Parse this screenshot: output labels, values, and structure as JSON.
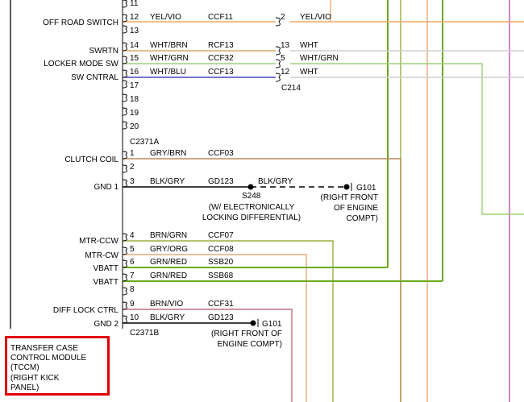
{
  "module": {
    "label": "TRANSFER CASE\nCONTROL MODULE\n(TCCM)\n(RIGHT KICK\nPANEL)",
    "connector_a": "C2371A",
    "connector_b": "C2371B",
    "inline_connector": "C214"
  },
  "pin_labels": {
    "off_road_switch": "OFF ROAD SWITCH",
    "swrtn": "SWRTN",
    "locker_mode_sw": "LOCKER MODE SW",
    "sw_cntral": "SW CNTRAL",
    "clutch_coil": "CLUTCH COIL",
    "gnd1": "GND 1",
    "mtr_ccw": "MTR-CCW",
    "mtr_cw": "MTR-CW",
    "vbatt_1": "VBATT",
    "vbatt_2": "VBATT",
    "diff_lock_ctrl": "DIFF LOCK CTRL",
    "gnd2": "GND 2"
  },
  "pin_numbers": {
    "p11": "11",
    "p12": "12",
    "p13": "13",
    "p14": "14",
    "p15": "15",
    "p16": "16",
    "p17": "17",
    "p18": "18",
    "p19": "19",
    "p20": "20",
    "b1": "1",
    "b2": "2",
    "b3": "3",
    "b4": "4",
    "b5": "5",
    "b6": "6",
    "b7": "7",
    "b8": "8",
    "b9": "9",
    "b10": "10"
  },
  "wires": {
    "w12": {
      "color": "YEL/VIO",
      "circuit": "CCF11"
    },
    "w14": {
      "color": "WHT/BRN",
      "circuit": "RCF13"
    },
    "w15": {
      "color": "WHT/GRN",
      "circuit": "CCF32"
    },
    "w16": {
      "color": "WHT/BLU",
      "circuit": "CCF13"
    },
    "wb1": {
      "color": "GRY/BRN",
      "circuit": "CCF03"
    },
    "wb3": {
      "color": "BLK/GRY",
      "circuit": "GD123"
    },
    "wb4": {
      "color": "BRN/GRN",
      "circuit": "CCF07"
    },
    "wb5": {
      "color": "GRY/ORG",
      "circuit": "CCF08"
    },
    "wb6": {
      "color": "GRN/RED",
      "circuit": "SSB20"
    },
    "wb7": {
      "color": "GRN/RED",
      "circuit": "SSB68"
    },
    "wb9": {
      "color": "BRN/VIO",
      "circuit": "CCF31"
    },
    "wb10": {
      "color": "BLK/GRY",
      "circuit": "GD123"
    }
  },
  "c214_pins": {
    "pin2": {
      "num": "2",
      "color": "YEL/VIO"
    },
    "pin13": {
      "num": "13",
      "color": "WHT"
    },
    "pin5": {
      "num": "5",
      "color": "WHT/GRN"
    },
    "pin12": {
      "num": "12",
      "color": "WHT"
    }
  },
  "splice": {
    "name": "S248",
    "wire_color": "BLK/GRY",
    "note_1": "(W/ ELECTRONICALLY",
    "note_2": "LOCKING DIFFERENTIAL)"
  },
  "ground_1": {
    "name": "G101",
    "loc_1": "(RIGHT FRONT",
    "loc_2": "OF ENGINE",
    "loc_3": "COMPT)"
  },
  "ground_2": {
    "name": "G101",
    "loc_1": "(RIGHT FRONT OF",
    "loc_2": "ENGINE COMPT)"
  },
  "colors": {
    "yel_vio": "#f4a86c",
    "wht_brn": "#d9a86a",
    "wht_grn": "#9fd07a",
    "wht": "#cfcfcf",
    "blu": "#2020c0",
    "grn_red": "#6aaa1a",
    "brn_grn": "#98b040",
    "gry_org": "#e8a878",
    "gry_brn": "#b88a5a",
    "brn_vio": "#c07080",
    "violet": "#c050c0",
    "highlight_box": "#e00000"
  }
}
